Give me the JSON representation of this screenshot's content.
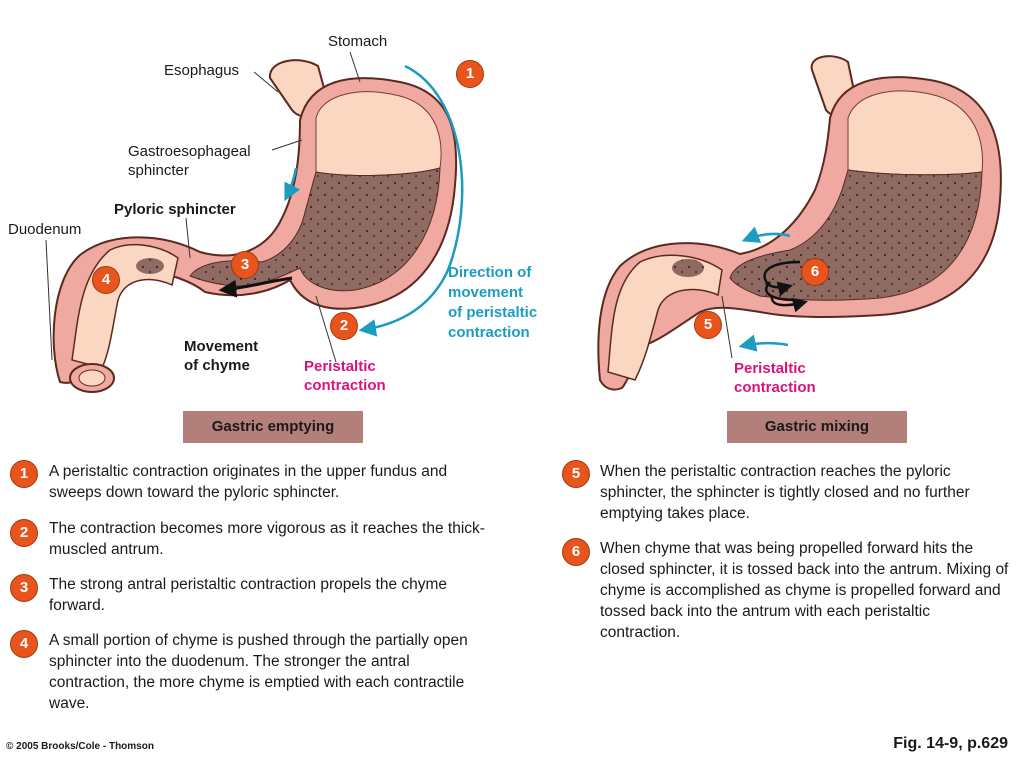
{
  "colors": {
    "step_badge": "#e8541c",
    "peristalsis_label": "#d8137a",
    "direction_label": "#1b9cc0",
    "banner": "#b37f7a",
    "stomach_wall": "#f0a9a0",
    "chyme": "#8e6a62",
    "fundus": "#fbd6c0"
  },
  "left_diagram": {
    "labels": {
      "stomach": "Stomach",
      "esophagus": "Esophagus",
      "gastroesophageal_line1": "Gastroesophageal",
      "gastroesophageal_line2": "sphincter",
      "pyloric_sphincter": "Pyloric sphincter",
      "duodenum": "Duodenum",
      "direction_line1": "Direction of",
      "direction_line2": "movement",
      "direction_line3": "of peristaltic",
      "direction_line4": "contraction",
      "movement_line1": "Movement",
      "movement_line2": "of chyme",
      "peristaltic_line1": "Peristaltic",
      "peristaltic_line2": "contraction"
    },
    "badges": [
      "1",
      "2",
      "3",
      "4"
    ],
    "banner": "Gastric emptying"
  },
  "right_diagram": {
    "labels": {
      "peristaltic_line1": "Peristaltic",
      "peristaltic_line2": "contraction"
    },
    "badges": [
      "5",
      "6"
    ],
    "banner": "Gastric mixing"
  },
  "steps": [
    {
      "n": "1",
      "text": "A peristaltic contraction originates in the upper fundus and sweeps down toward the pyloric sphincter."
    },
    {
      "n": "2",
      "text": "The contraction becomes more vigorous as it reaches the thick-muscled antrum."
    },
    {
      "n": "3",
      "text": "The strong antral peristaltic contraction propels the chyme forward."
    },
    {
      "n": "4",
      "text": "A small portion of chyme is pushed through the partially open sphincter into the duodenum. The stronger the antral contraction, the more chyme is emptied with each contractile wave."
    },
    {
      "n": "5",
      "text": "When the peristaltic contraction reaches the pyloric sphincter, the sphincter is tightly closed and no further emptying takes place."
    },
    {
      "n": "6",
      "text": "When chyme that was being propelled forward hits the closed sphincter, it is tossed back into the antrum. Mixing of chyme is accomplished as chyme is propelled forward and tossed back into the antrum with each peristaltic contraction."
    }
  ],
  "footer": {
    "copyright": "© 2005 Brooks/Cole - Thomson",
    "figure_ref": "Fig. 14-9, p.629"
  }
}
